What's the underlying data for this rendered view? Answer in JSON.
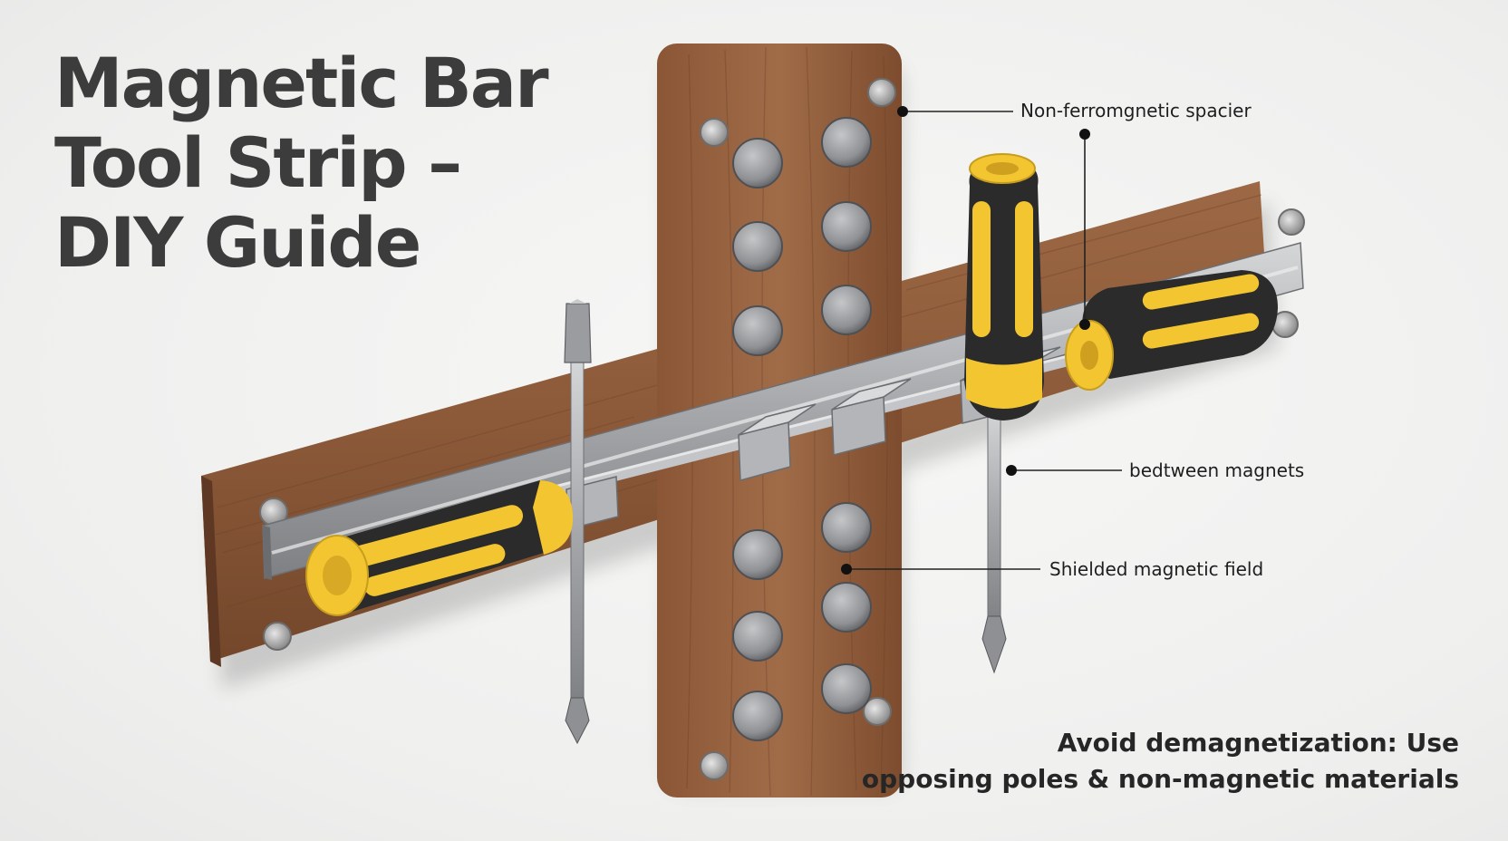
{
  "title": {
    "line1": "Magnetic Bar",
    "line2": "Tool Strip –",
    "line3": "DIY Guide"
  },
  "callouts": {
    "spacer": "Non-ferromgnetic spacier",
    "between": "bedtween magnets",
    "shielded": "Shielded magnetic field"
  },
  "tip": {
    "line1": "Avoid demagnetization: Use",
    "line2": "opposing poles & non-magnetic materials"
  },
  "colors": {
    "wood": "#8e5b3a",
    "wood_dark": "#6e4128",
    "steel": "#a7a9ab",
    "handle_yellow": "#f2c531",
    "handle_black": "#2a2a2a"
  }
}
